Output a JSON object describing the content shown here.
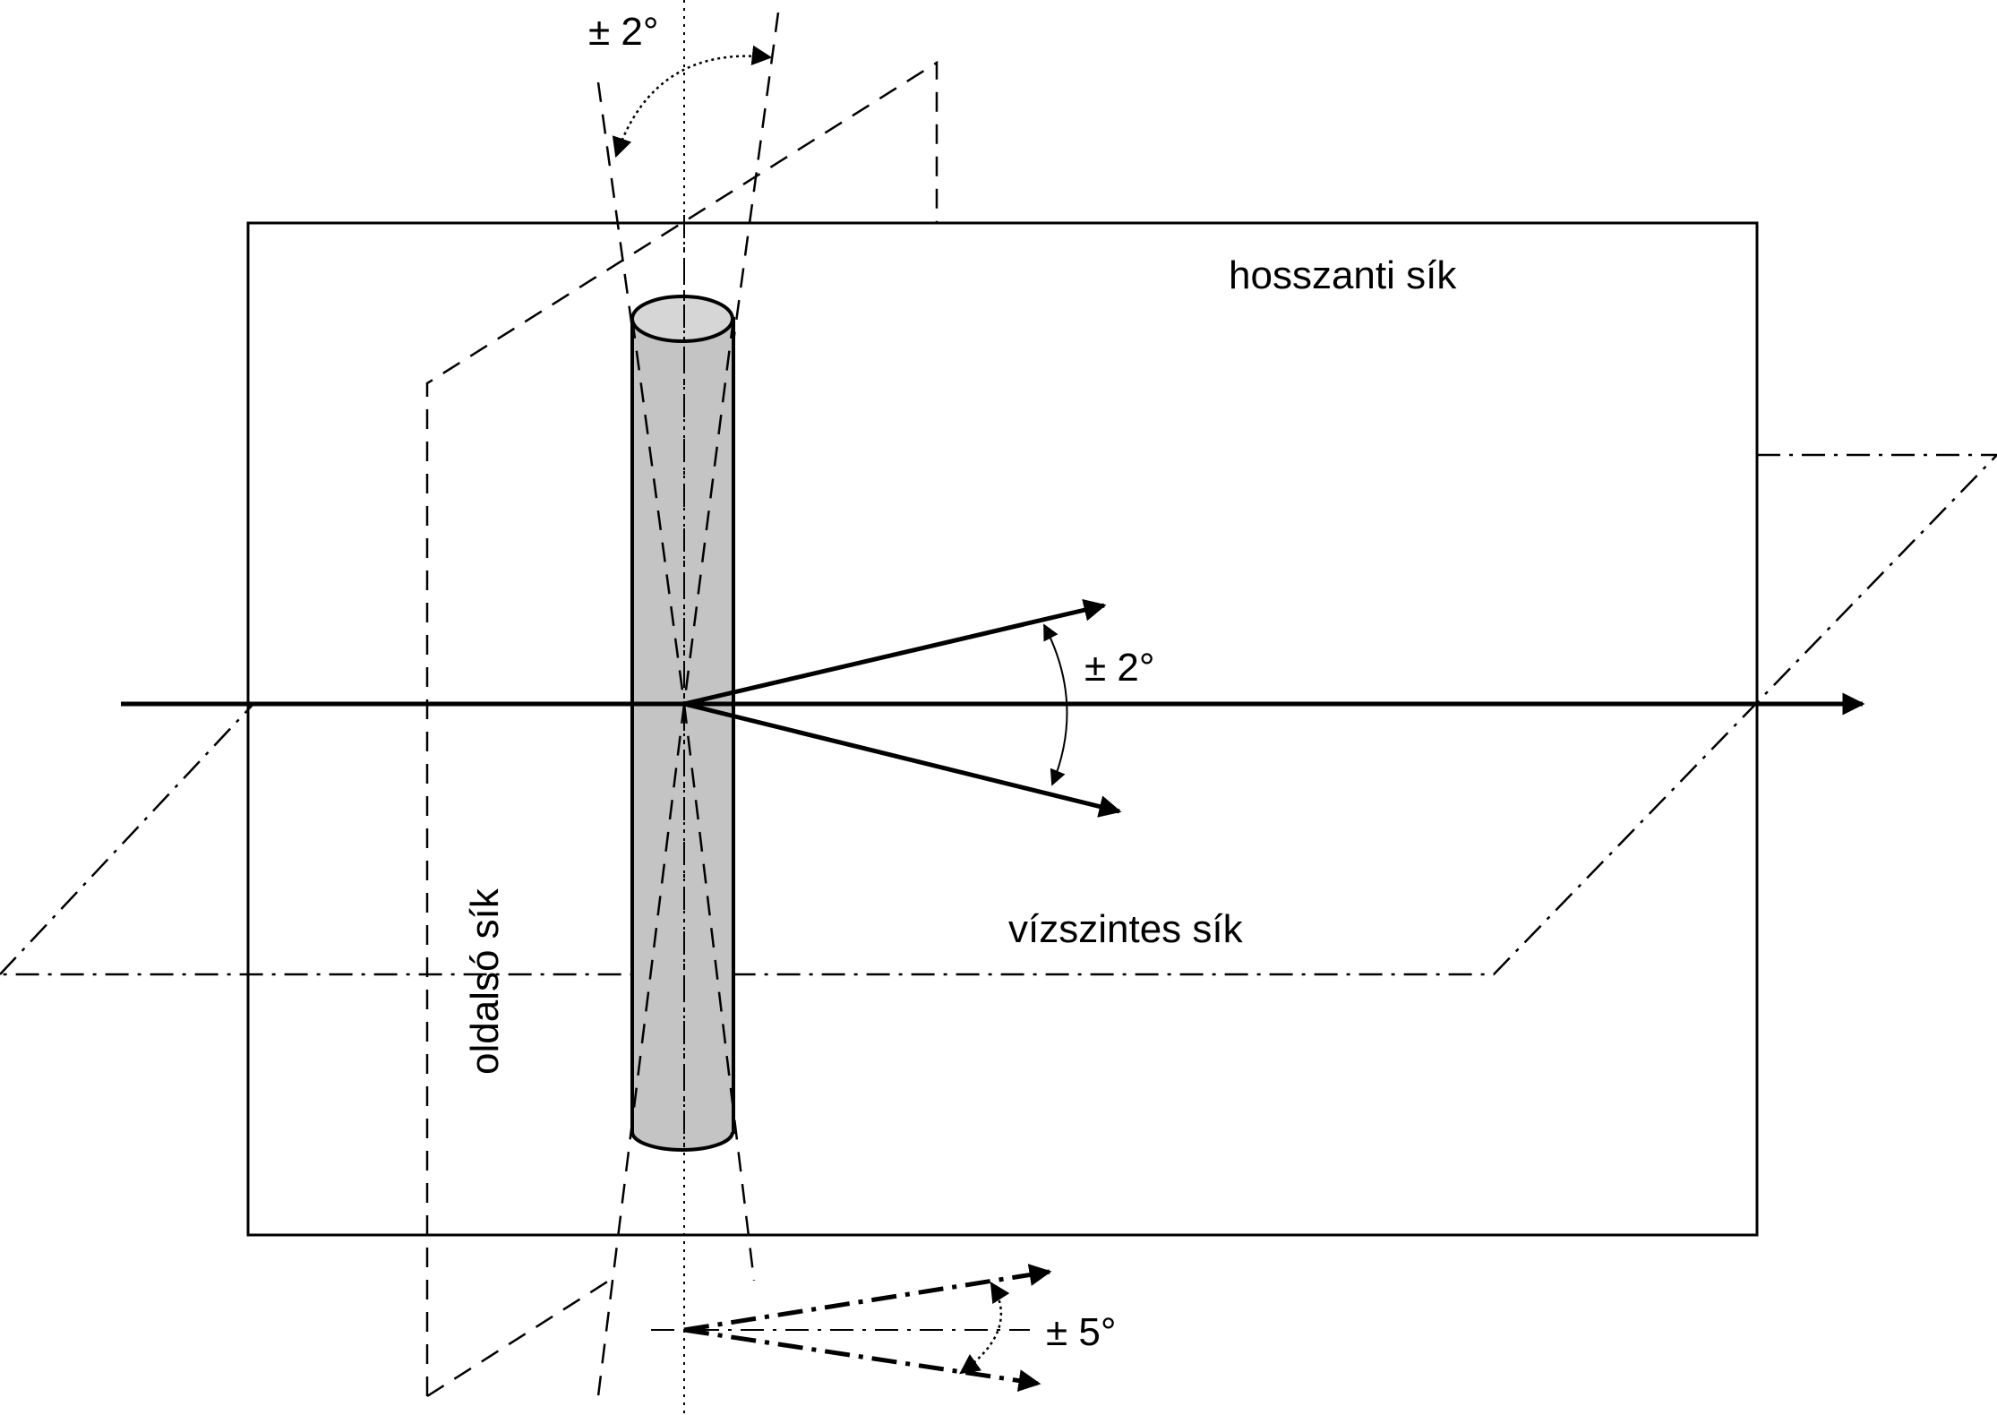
{
  "labels": {
    "longitudinal_plane": "hosszanti sík",
    "horizontal_plane": "vízszintes sík",
    "lateral_plane": "oldalsó sík",
    "tilt_angle": "± 2°",
    "horizontal_angle": "± 2°",
    "bottom_angle": "± 5°"
  },
  "colors": {
    "line": "#000000",
    "cylinder_fill": "#c4c4c4",
    "cylinder_top": "#d6d6d6",
    "background": "#ffffff"
  }
}
